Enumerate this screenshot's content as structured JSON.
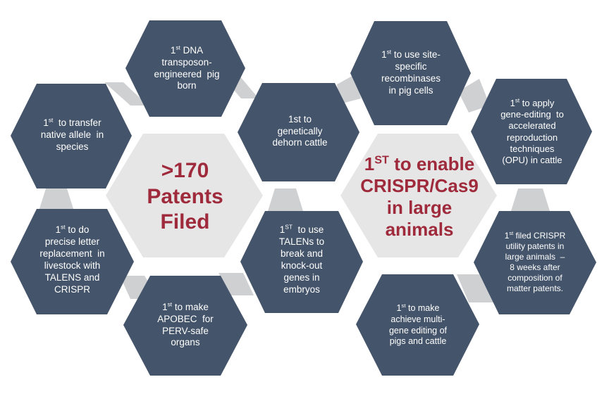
{
  "colors": {
    "dark_hex": "#44546a",
    "light_hex": "#e7e6e6",
    "connector": "#cfd0d2",
    "accent_text": "#9e2a3c"
  },
  "center_left": {
    "line1": ">170",
    "line2": "Patents",
    "line3": "Filed"
  },
  "center_right": {
    "line1_base": "1",
    "line1_sup": "ST",
    "line1_rest": " to enable",
    "line2": "CRISPR/Cas9",
    "line3": "in large",
    "line4": "animals"
  },
  "hexagons": [
    {
      "sup": "st",
      "lines": [
        "1",
        " DNA",
        "transposon-",
        "engineered  pig",
        "born"
      ]
    },
    {
      "sup": "st",
      "lines": [
        "1",
        "  to transfer",
        "native allele  in",
        "species"
      ]
    },
    {
      "sup": "st",
      "lines": [
        "1",
        " to do",
        "precise letter",
        "replacement  in",
        "livestock with",
        "TALENS and",
        "CRISPR"
      ]
    },
    {
      "sup": "st",
      "lines": [
        "1",
        " to make",
        "APOBEC  for",
        "PERV-safe",
        "organs"
      ]
    },
    {
      "sup": "",
      "lines": [
        "1st to",
        "genetically",
        "dehorn cattle"
      ]
    },
    {
      "sup": "ST",
      "lines": [
        "1",
        "  to use",
        "TALENs to",
        "break and",
        "knock-out",
        "genes in",
        "embryos"
      ]
    },
    {
      "sup": "st",
      "lines": [
        "1",
        " to use site-",
        "specific",
        "recombinases",
        "in pig cells"
      ]
    },
    {
      "sup": "st",
      "lines": [
        "1",
        " to apply",
        "gene-editing  to",
        "accelerated",
        "reproduction",
        "techniques",
        "(OPU) in cattle"
      ]
    },
    {
      "sup": "st",
      "lines": [
        "1",
        " filed CRISPR",
        "utility patents in",
        "large animals  –",
        "8 weeks after",
        "composition of",
        "matter patents."
      ]
    },
    {
      "sup": "st",
      "lines": [
        "1",
        " to make",
        "achieve multi-",
        "gene editing of",
        "pigs and cattle"
      ]
    }
  ]
}
